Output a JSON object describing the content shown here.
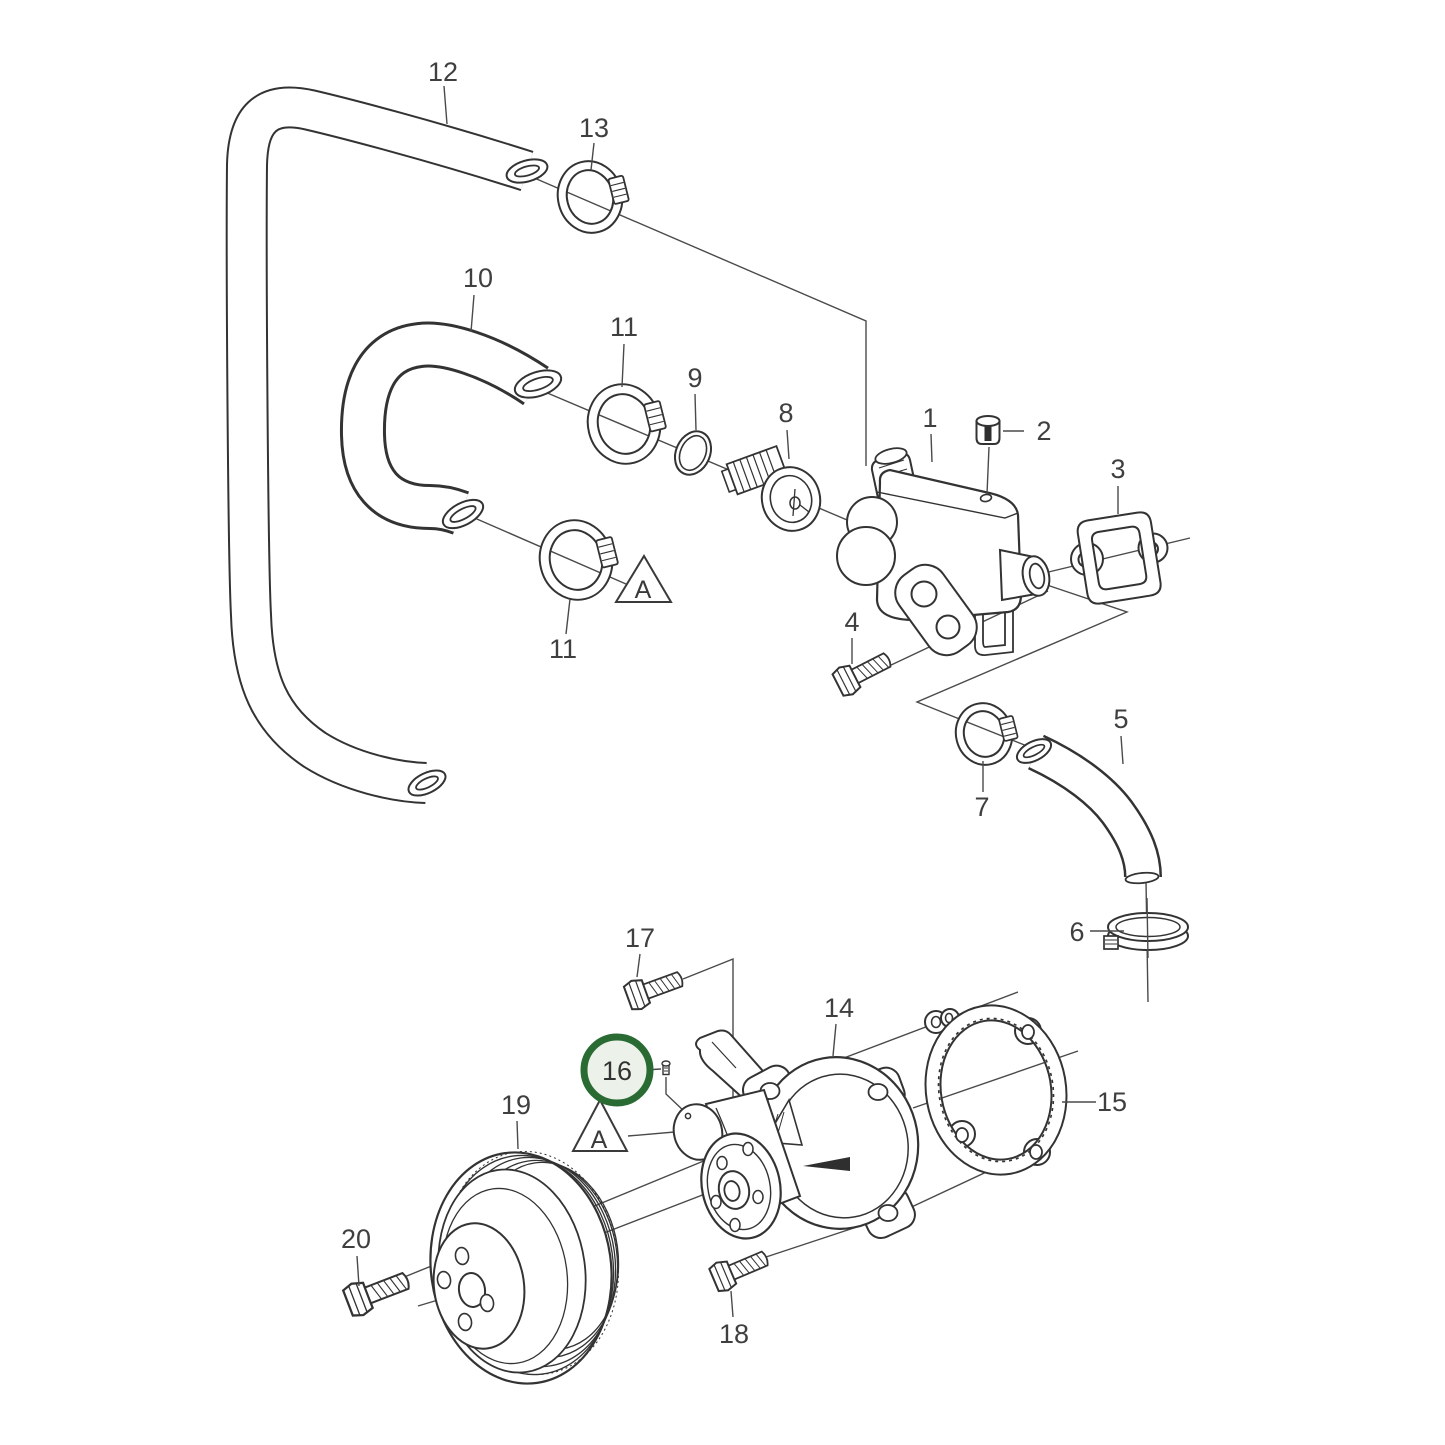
{
  "canvas": {
    "background": "#ffffff",
    "line_color": "#333333",
    "label_color": "#3f3f3f"
  },
  "highlight": {
    "part": "16",
    "ring_color": "#2a6b33",
    "fill_color": "#ecf2e9"
  },
  "markers": {
    "detail": "A"
  },
  "callouts": {
    "p1": "1",
    "p2": "2",
    "p3": "3",
    "p4": "4",
    "p5": "5",
    "p6": "6",
    "p7": "7",
    "p8": "8",
    "p9": "9",
    "p10": "10",
    "p11": "11",
    "p12": "12",
    "p13": "13",
    "p14": "14",
    "p15": "15",
    "p16": "16",
    "p17": "17",
    "p18": "18",
    "p19": "19",
    "p20": "20"
  }
}
